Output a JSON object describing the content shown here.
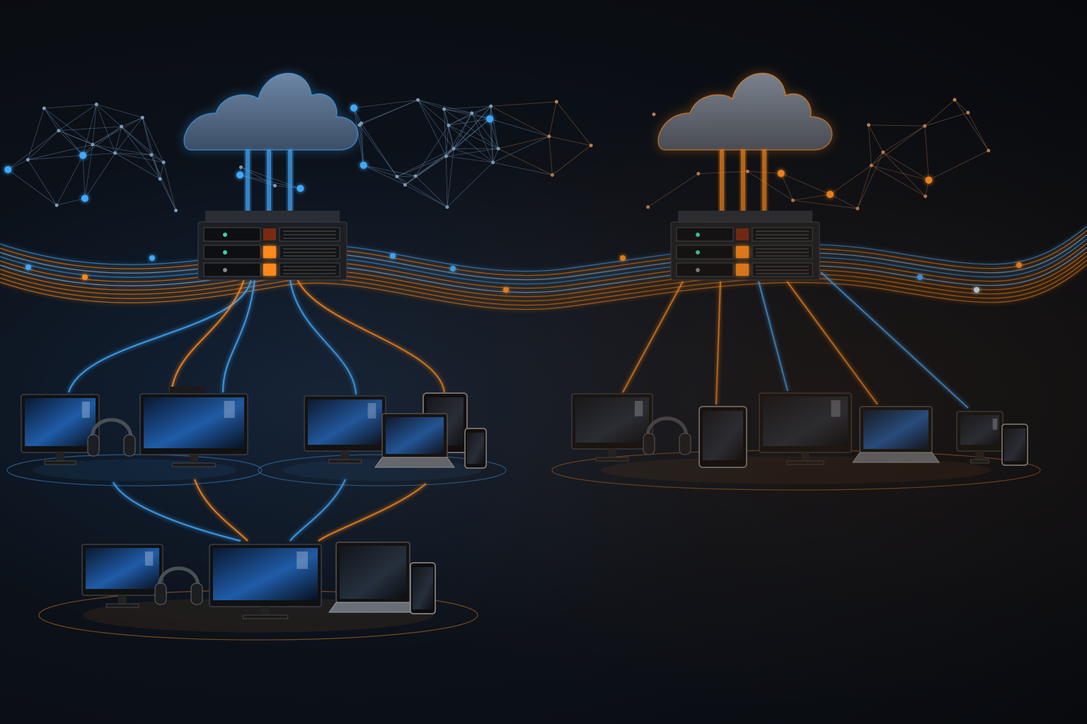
{
  "colors": {
    "blue_accent": "#3fa9ff",
    "orange_accent": "#ff8a1f",
    "background": "#0b0d11",
    "cloud_fill": "#5a6f88",
    "server_body": "#1c1f24"
  },
  "clusters": [
    {
      "name": "left-top-left",
      "glow": "blue",
      "devices": [
        "monitor",
        "headphones",
        "monitor"
      ]
    },
    {
      "name": "left-top-right",
      "glow": "blue",
      "devices": [
        "monitor",
        "laptop",
        "tablet",
        "phone"
      ]
    },
    {
      "name": "left-bottom",
      "glow": "orange",
      "devices": [
        "monitor",
        "headphones",
        "monitor",
        "laptop",
        "phone"
      ]
    },
    {
      "name": "right",
      "glow": "orange",
      "devices": [
        "monitor",
        "headphones",
        "tablet",
        "monitor",
        "laptop",
        "monitor",
        "phone"
      ]
    }
  ],
  "icons": [
    "cloud-icon",
    "server-icon",
    "monitor-icon",
    "laptop-icon",
    "tablet-icon",
    "phone-icon",
    "headphones-icon"
  ]
}
